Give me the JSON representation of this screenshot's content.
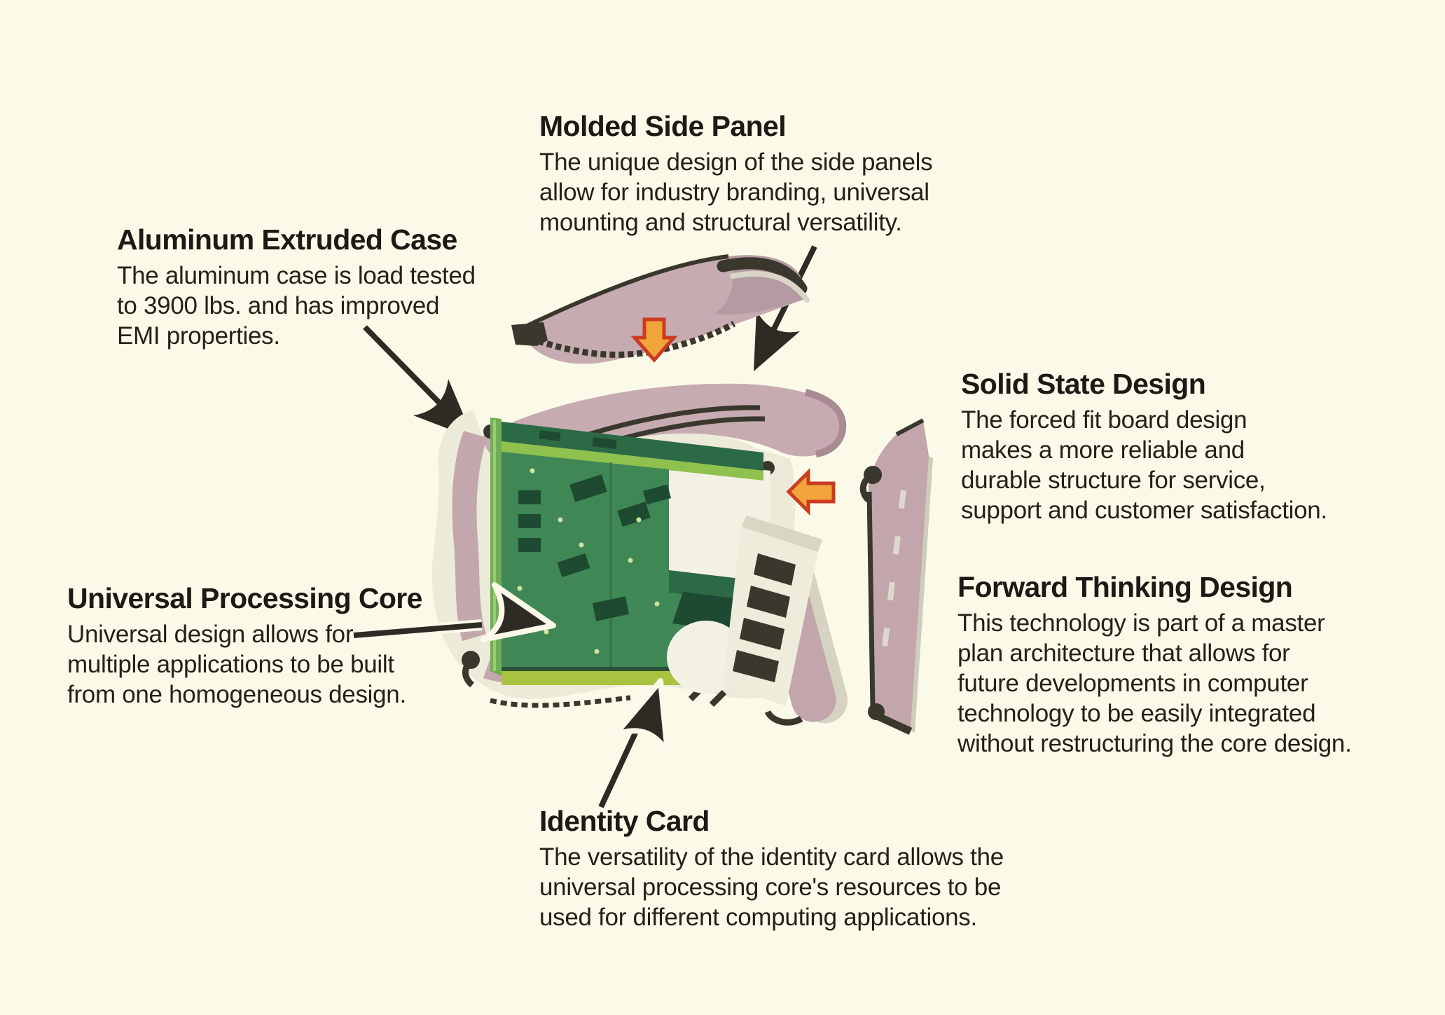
{
  "page": {
    "background_color": "#fbfae8",
    "text_color": "#232219",
    "kind": "exploded-view product diagram (scanned brochure)"
  },
  "annotations": {
    "molded_side_panel": {
      "title": "Molded Side Panel",
      "lines": [
        "The unique design of the side panels",
        "allow for industry branding, universal",
        "mounting and structural versatility."
      ]
    },
    "aluminum_extruded_case": {
      "title": "Aluminum Extruded Case",
      "lines": [
        "The aluminum case is load tested",
        "to 3900 lbs. and has improved",
        "EMI properties."
      ]
    },
    "solid_state_design": {
      "title": "Solid State Design",
      "lines": [
        "The forced fit board design",
        "makes a more reliable and",
        "durable structure for service,",
        "support and customer satisfaction."
      ]
    },
    "universal_processing_core": {
      "title": "Universal Processing Core",
      "lines": [
        "Universal design allows for",
        "multiple applications to be built",
        "from one homogeneous design."
      ]
    },
    "forward_thinking_design": {
      "title": "Forward Thinking Design",
      "lines": [
        "This technology is part of a master",
        "plan architecture that allows for",
        "future developments in computer",
        "technology to be easily integrated",
        "without restructuring the core design."
      ]
    },
    "identity_card": {
      "title": "Identity Card",
      "lines": [
        "The versatility of the identity card allows the",
        "universal processing core's resources to be",
        "used for different computing applications."
      ]
    }
  },
  "illustration": {
    "parts": [
      "detached-molded-side-panel",
      "aluminum-extruded-case-cross-section",
      "universal-processing-core-board",
      "card-guide-bracket",
      "identity-card-side-panel",
      "assembly-direction-arrows",
      "annotation-arrows"
    ],
    "colors": {
      "panel_mauve": "#c6abb1",
      "panel_mauve_shade": "#a98c94",
      "outline_dark": "#3a372d",
      "case_shell_white": "#ecead9",
      "case_shell_gray": "#cfccbc",
      "pcb_green": "#3f8754",
      "pcb_green_dark": "#2c6a45",
      "chip_green": "#1d4a31",
      "board_edge_green": "#a9c23f",
      "board_strip_green": "#6fae57",
      "component_cream": "#f2f0e3",
      "assembly_arrow_fill": "#f1a43c",
      "assembly_arrow_stroke": "#cb3b22",
      "annotation_arrow_black": "#2d2b24"
    }
  }
}
